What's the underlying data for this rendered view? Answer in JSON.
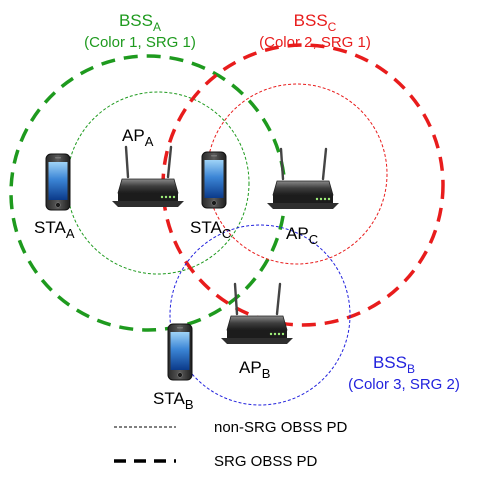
{
  "bss": {
    "a": {
      "name": "BSS",
      "sub": "A",
      "params": "(Color 1, SRG 1)",
      "color": "#1e9a1e"
    },
    "c": {
      "name": "BSS",
      "sub": "C",
      "params": "(Color 2, SRG 1)",
      "color": "#e81c1c"
    },
    "b": {
      "name": "BSS",
      "sub": "B",
      "params": "(Color 3, SRG 2)",
      "color": "#2222dd"
    }
  },
  "devices": {
    "ap_a": {
      "name": "AP",
      "sub": "A",
      "icon": "router-icon"
    },
    "ap_b": {
      "name": "AP",
      "sub": "B",
      "icon": "router-icon"
    },
    "ap_c": {
      "name": "AP",
      "sub": "C",
      "icon": "router-icon"
    },
    "sta_a": {
      "name": "STA",
      "sub": "A",
      "icon": "smartphone-icon"
    },
    "sta_b": {
      "name": "STA",
      "sub": "B",
      "icon": "smartphone-icon"
    },
    "sta_c": {
      "name": "STA",
      "sub": "C",
      "icon": "smartphone-icon"
    }
  },
  "legend": {
    "non_srg": "non-SRG OBSS PD",
    "srg": "SRG OBSS PD"
  }
}
